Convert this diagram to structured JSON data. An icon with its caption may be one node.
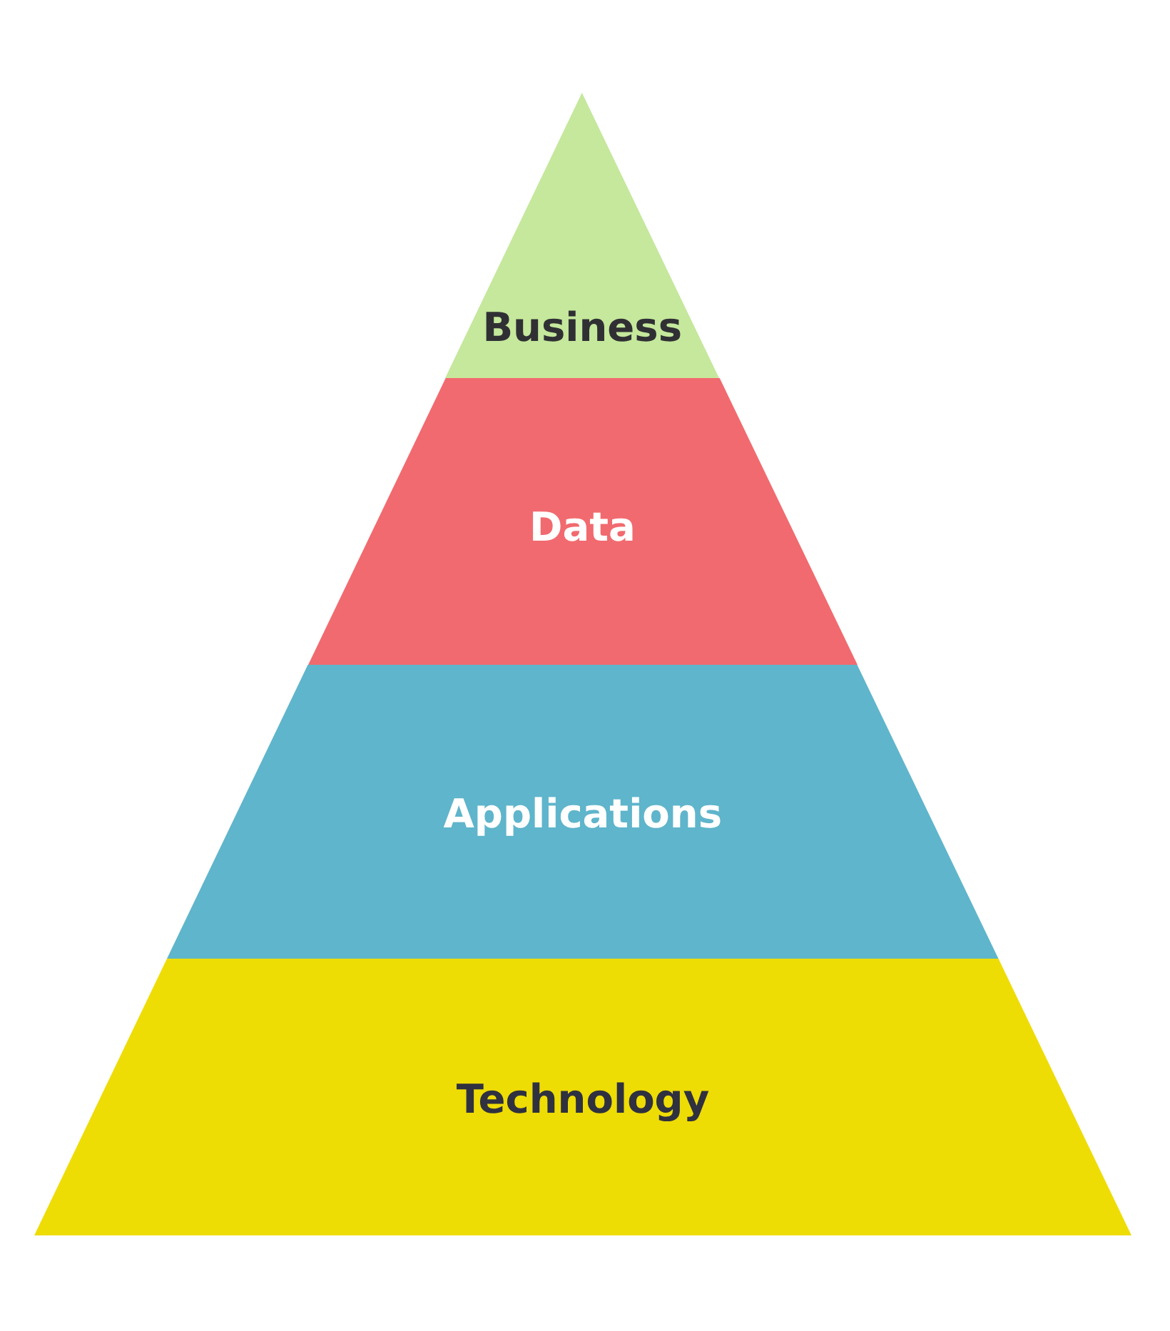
{
  "diagram": {
    "nodes": [
      {
        "text": [
          "Business"
        ]
      },
      {
        "text": [
          "Data"
        ]
      },
      {
        "text": [
          "Applications"
        ]
      },
      {
        "text": [
          "Technology"
        ]
      }
    ]
  }
}
